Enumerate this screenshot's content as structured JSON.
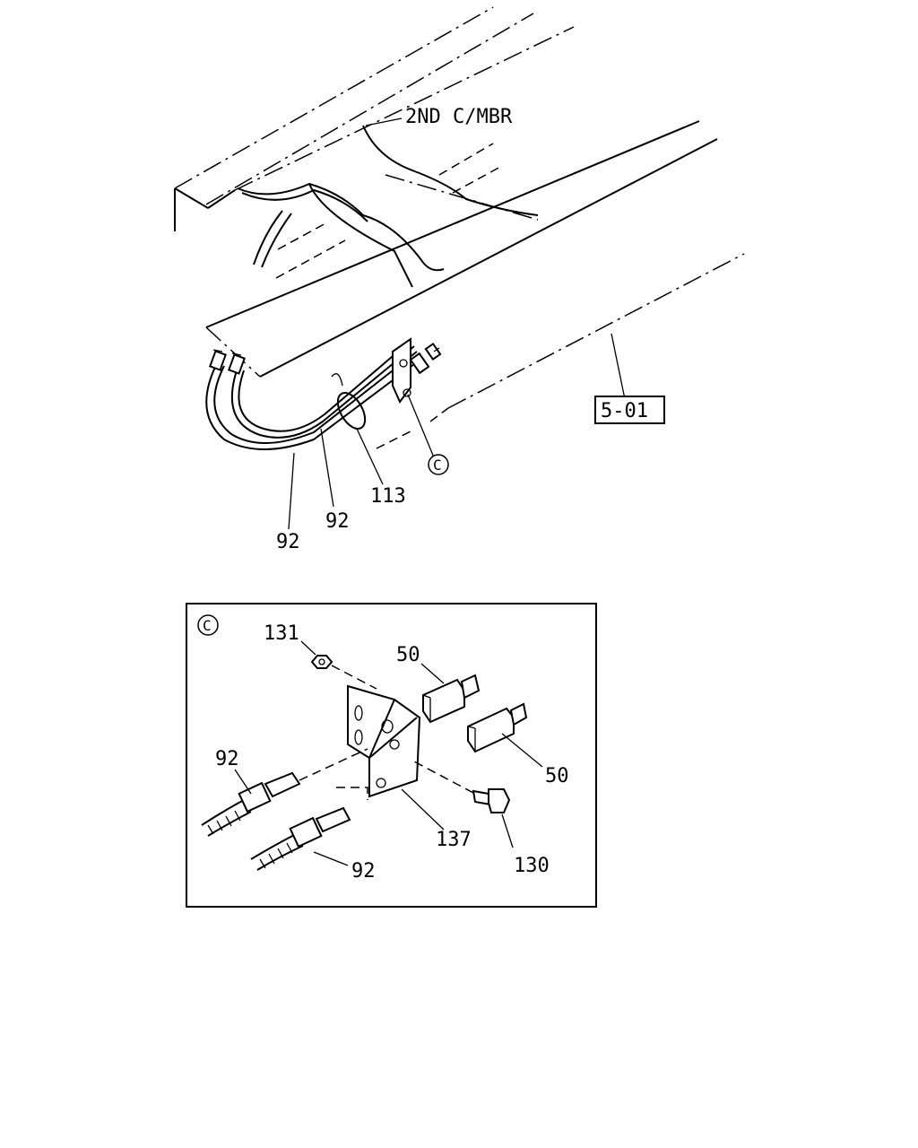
{
  "main_view": {
    "crossmember_label": "2ND C/MBR",
    "ref_box_label": "5-01",
    "callouts": {
      "hose_outer": "92",
      "hose_inner": "92",
      "clip": "113"
    },
    "detail_ref_symbol": "C"
  },
  "detail_view": {
    "symbol": "C",
    "callouts": {
      "nut": "131",
      "adapter_upper": "50",
      "adapter_lower": "50",
      "hose_upper": "92",
      "hose_lower": "92",
      "bracket": "137",
      "bolt": "130"
    }
  }
}
